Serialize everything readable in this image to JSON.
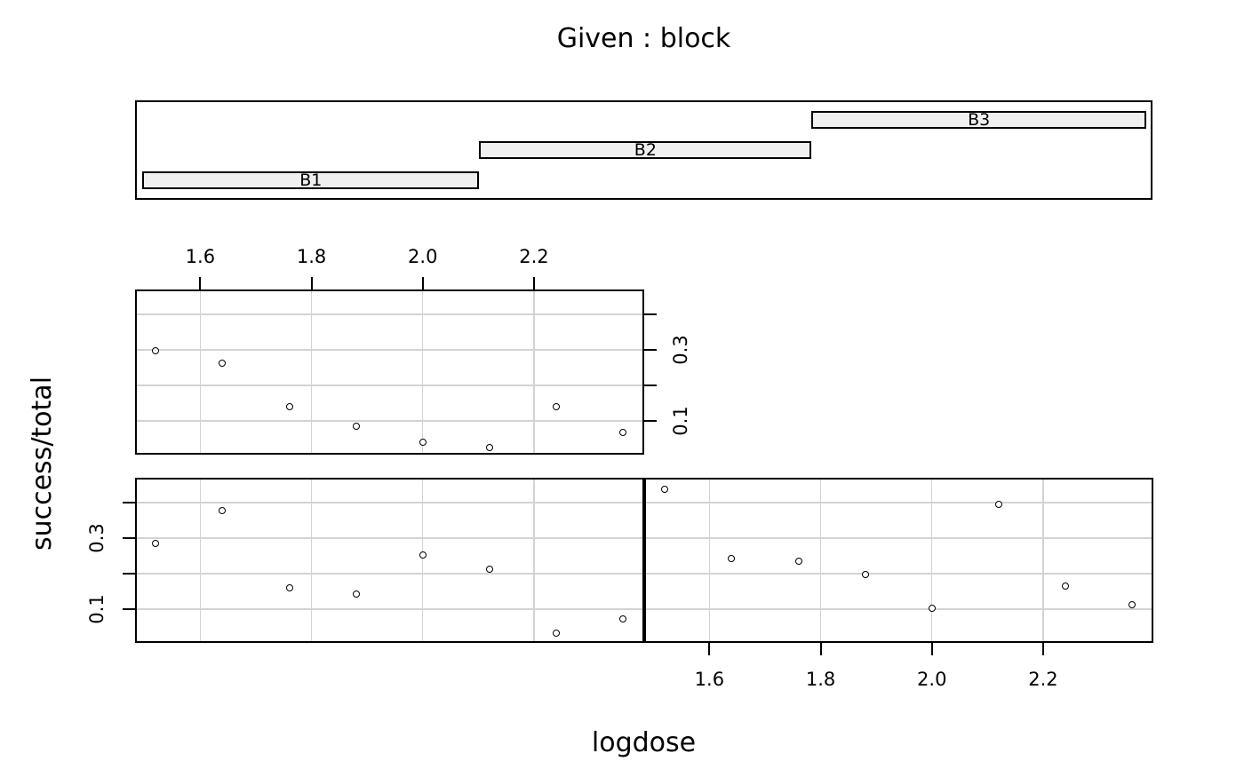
{
  "title": "Given : block",
  "axis_labels": {
    "x": "logdose",
    "y": "success/total"
  },
  "colors": {
    "background": "#ffffff",
    "frame": "#000000",
    "grid": "#d3d3d3",
    "shingle_fill": "#f0f0f0",
    "point_stroke": "#000000"
  },
  "given": {
    "variable": "block",
    "levels": [
      {
        "label": "B1",
        "from": 1.491,
        "to": 1.793
      },
      {
        "label": "B2",
        "from": 1.793,
        "to": 2.091
      },
      {
        "label": "B3",
        "from": 2.091,
        "to": 2.391
      }
    ]
  },
  "chart_data": {
    "type": "scatter",
    "title": "Given : block",
    "xlabel": "logdose",
    "ylabel": "success/total",
    "xlim": [
      1.486,
      2.395
    ],
    "ylim": [
      0.01,
      0.465
    ],
    "x_ticks": [
      1.6,
      1.8,
      2.0,
      2.2
    ],
    "x_tick_labels": [
      "1.6",
      "1.8",
      "2.0",
      "2.2"
    ],
    "y_ticks": [
      0.1,
      0.2,
      0.3,
      0.4
    ],
    "y_tick_labels": [
      "0.1",
      "",
      "0.3",
      ""
    ],
    "grid": true,
    "legend": "none",
    "marker": "open-circle",
    "x": [
      1.52,
      1.64,
      1.76,
      1.88,
      2.0,
      2.12,
      2.24,
      2.36
    ],
    "series": [
      {
        "name": "B1",
        "panel": "bottom-left",
        "values": [
          0.285,
          0.378,
          0.16,
          0.142,
          0.253,
          0.213,
          0.033,
          0.073
        ]
      },
      {
        "name": "B2",
        "panel": "bottom-right",
        "values": [
          0.438,
          0.242,
          0.234,
          0.198,
          0.102,
          0.396,
          0.166,
          0.112
        ]
      },
      {
        "name": "B3",
        "panel": "top-left",
        "values": [
          0.298,
          0.263,
          0.141,
          0.085,
          0.041,
          0.025,
          0.139,
          0.067
        ]
      }
    ]
  }
}
